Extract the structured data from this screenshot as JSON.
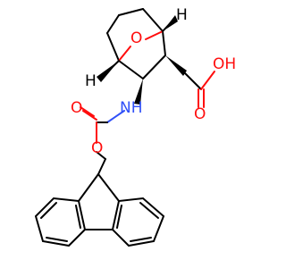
{
  "molecule": {
    "atom_labels": {
      "bridge_oxygen": "O",
      "hydroxyl": "OH",
      "carbonyl_oxygen_acid": "O",
      "amide_nh": "NH",
      "carbonyl_oxygen_carbamate": "O",
      "ester_oxygen": "O",
      "hydrogen_top": "H",
      "hydrogen_left": "H"
    },
    "colors": {
      "carbon_bond": "#000000",
      "oxygen": "#ff0d0d",
      "nitrogen": "#3050f8",
      "background": "#ffffff"
    }
  }
}
